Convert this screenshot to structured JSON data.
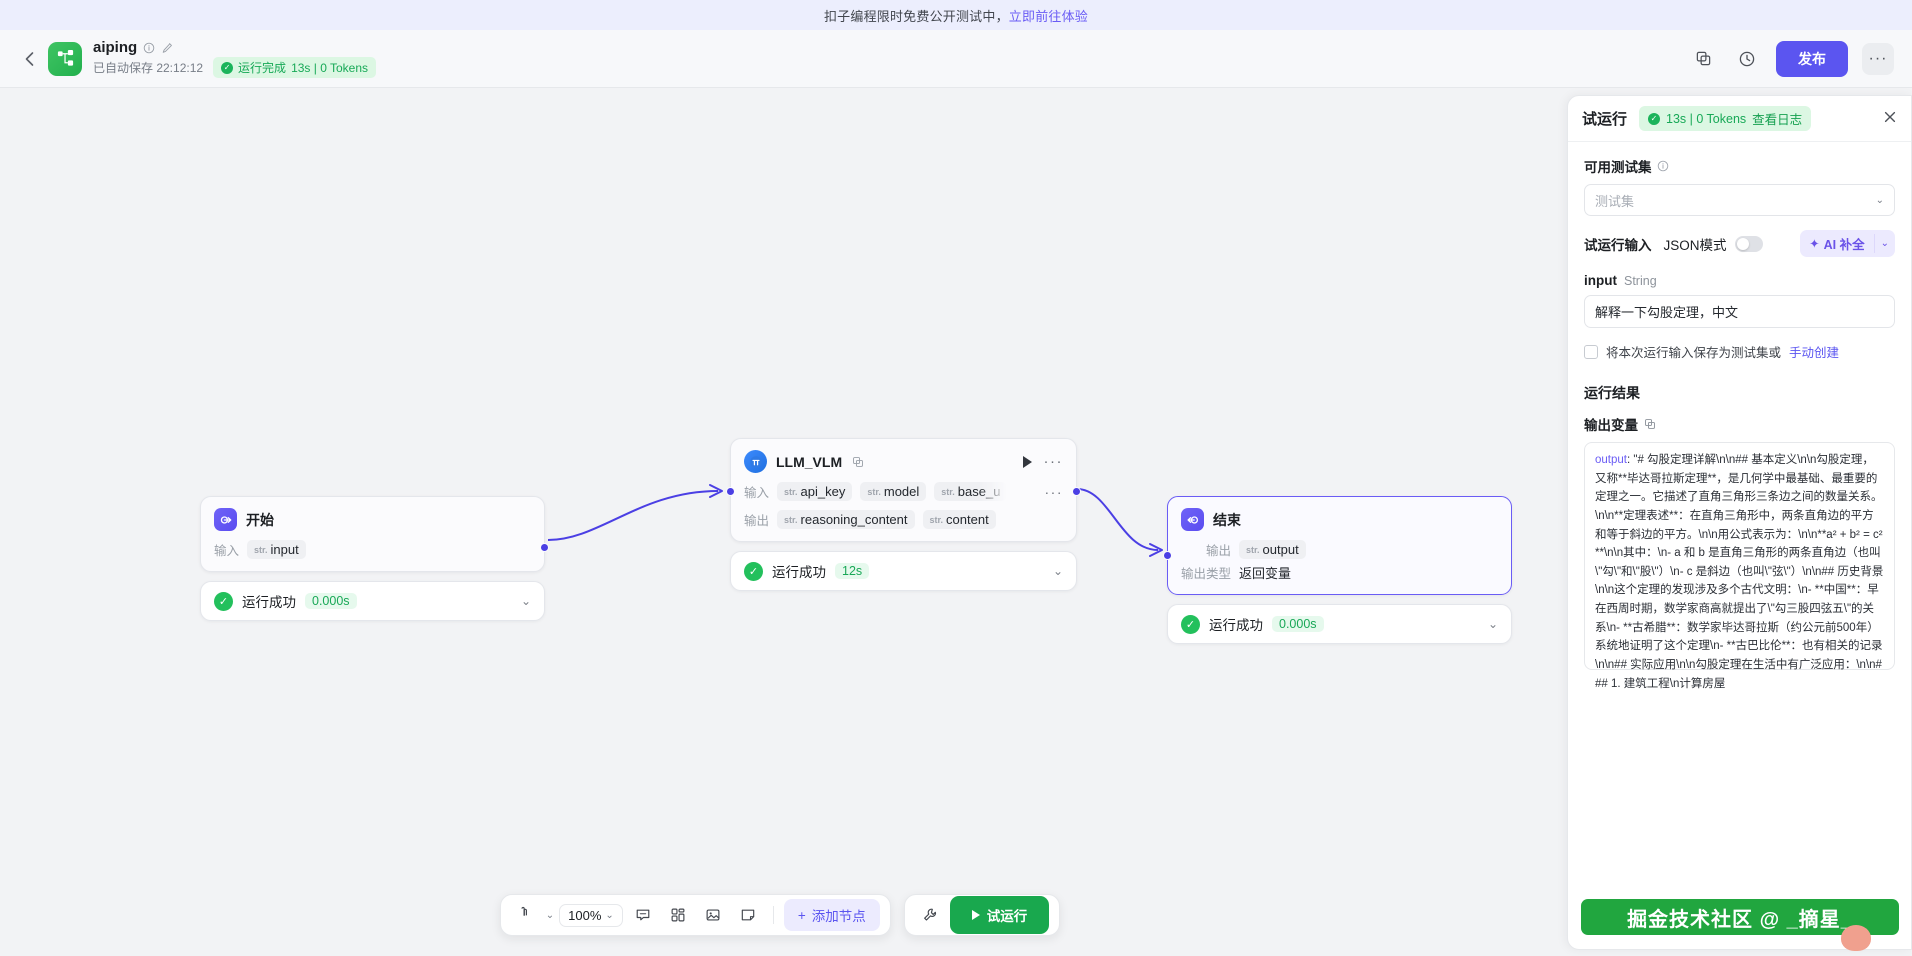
{
  "announcement": {
    "text": "扣子编程限时免费公开测试中，",
    "link": "立即前往体验"
  },
  "header": {
    "back_icon": "chevron-left-icon",
    "logo_icon": "workflow-logo-icon",
    "app_title": "aiping",
    "info_icon": "info-icon",
    "edit_icon": "edit-icon",
    "autosave": "已自动保存 22:12:12",
    "run_status": "运行完成",
    "run_meta": "13s | 0 Tokens",
    "duplicate_icon": "duplicate-icon",
    "history_icon": "history-clock-icon",
    "publish_label": "发布",
    "more_label": "···"
  },
  "nodes": {
    "start": {
      "icon": "start-node-icon",
      "title": "开始",
      "input_label": "输入",
      "input_var": "input",
      "input_var_type": "str.",
      "status": "运行成功",
      "duration": "0.000s",
      "chevron": "chevron-down-icon"
    },
    "llm": {
      "icon": "llm-model-icon",
      "title": "LLM_VLM",
      "copy_icon": "copy-icon",
      "play_icon": "play-icon",
      "more_icon": "more-dots-icon",
      "input_label": "输入",
      "inputs": [
        {
          "type": "str.",
          "name": "api_key"
        },
        {
          "type": "str.",
          "name": "model"
        },
        {
          "type": "str.",
          "name": "base_u"
        }
      ],
      "inputs_more": "···",
      "output_label": "输出",
      "outputs": [
        {
          "type": "str.",
          "name": "reasoning_content"
        },
        {
          "type": "str.",
          "name": "content"
        }
      ],
      "status": "运行成功",
      "duration": "12s",
      "chevron": "chevron-down-icon"
    },
    "end": {
      "icon": "end-node-icon",
      "title": "结束",
      "output_label": "输出",
      "output_var": "output",
      "output_var_type": "str.",
      "output_type_label": "输出类型",
      "output_type_value": "返回变量",
      "status": "运行成功",
      "duration": "0.000s",
      "chevron": "chevron-down-icon"
    }
  },
  "toolbar": {
    "cursor_icon": "cursor-tool-icon",
    "cursor_caret": "chevron-down-icon",
    "zoom_level": "100%",
    "zoom_caret": "chevron-down-icon",
    "comment_icon": "comment-icon",
    "grid_icon": "grid-layout-icon",
    "image_icon": "image-icon",
    "note_icon": "sticky-note-icon",
    "add_node_label": "添加节点",
    "add_node_plus": "+",
    "wrench_icon": "wrench-icon",
    "tryrun_label": "试运行"
  },
  "panel": {
    "title": "试运行",
    "chip_meta": "13s | 0 Tokens",
    "chip_link": "查看日志",
    "close_icon": "close-icon",
    "testset_label": "可用测试集",
    "testset_info_icon": "info-icon",
    "testset_placeholder": "测试集",
    "testset_caret": "chevron-down-icon",
    "input_section_label": "试运行输入",
    "json_mode_label": "JSON模式",
    "ai_complete_label": "AI 补全",
    "ai_sparkle_icon": "sparkle-icon",
    "ai_caret": "chevron-down-icon",
    "field_name": "input",
    "field_type": "String",
    "field_value": "解释一下勾股定理，中文",
    "save_text_before": "将本次运行输入保存为测试集或",
    "save_link": "手动创建",
    "result_title": "运行结果",
    "outvar_label": "输出变量",
    "copy_icon": "copy-icon",
    "output_key": "output",
    "output_value": ": \"# 勾股定理详解\\n\\n## 基本定义\\n\\n勾股定理，又称**毕达哥拉斯定理**，是几何学中最基础、最重要的定理之一。它描述了直角三角形三条边之间的数量关系。\\n\\n**定理表述**：在直角三角形中，两条直角边的平方和等于斜边的平方。\\n\\n用公式表示为：\\n\\n**a² + b² = c²**\\n\\n其中：\\n- a 和 b 是直角三角形的两条直角边（也叫\\\"勾\\\"和\\\"股\\\"）\\n- c 是斜边（也叫\\\"弦\\\"）\\n\\n## 历史背景\\n\\n这个定理的发现涉及多个古代文明：\\n- **中国**：早在西周时期，数学家商高就提出了\\\"勾三股四弦五\\\"的关系\\n- **古希腊**：数学家毕达哥拉斯（约公元前500年）系统地证明了这个定理\\n- **古巴比伦**：也有相关的记录\\n\\n## 实际应用\\n\\n勾股定理在生活中有广泛应用：\\n\\n### 1. 建筑工程\\n计算房屋"
  },
  "watermark": {
    "text": "掘金技术社区 @ _摘星_"
  },
  "colors": {
    "brand_purple": "#5b55f0",
    "success_green": "#19a84e",
    "chip_green_bg": "#dcf7e3",
    "canvas_bg": "#f2f3f5",
    "announce_bg": "#eceefd"
  }
}
